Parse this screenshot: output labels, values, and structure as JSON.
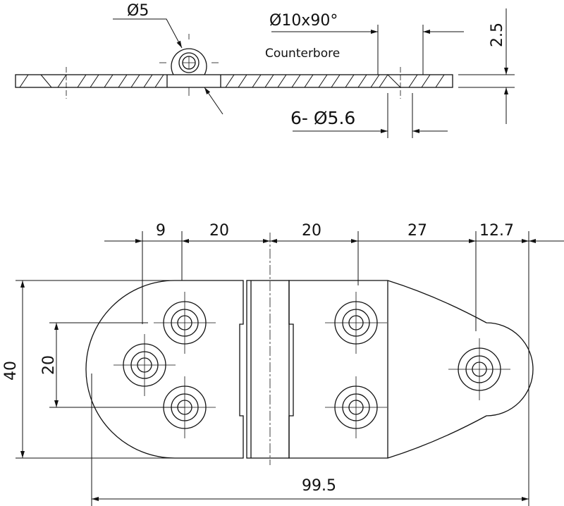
{
  "side_view": {
    "pin_diameter": "Ø5",
    "counterbore_size": "Ø10x90°",
    "counterbore_label": "Counterbore",
    "thickness": "2.5",
    "holes": "6- Ø5.6"
  },
  "top_view": {
    "dims_horizontal": [
      "9",
      "20",
      "20",
      "27",
      "12.7"
    ],
    "height": "40",
    "hole_spacing": "20",
    "overall_length": "99.5"
  },
  "colors": {
    "line": "#111111",
    "background": "#ffffff"
  }
}
